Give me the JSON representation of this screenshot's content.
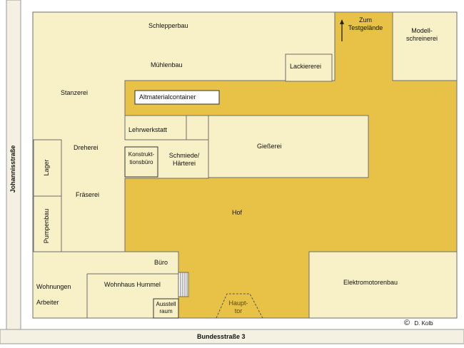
{
  "colors": {
    "courtyard": "#E8C246",
    "building": "#F8F0C6",
    "outline": "#6E6E6E",
    "road": "#F4F1E2"
  },
  "streets": {
    "johannisstrasse": "Johannisstraße",
    "bundesstrasse": "Bundesstraße 3"
  },
  "buildings": {
    "schlepperbau": "Schlepperbau",
    "muehlenbau": "Mühlenbau",
    "lackiererei": "Lackiererei",
    "stanzerei": "Stanzerei",
    "altmaterial": "Altmaterialcontainer",
    "lehrwerkstatt": "Lehrwerkstatt",
    "dreherei": "Dreherei",
    "konstruktion_1": "Konstrukt-",
    "konstruktion_2": "tionsbüro",
    "schmiede_1": "Schmiede/",
    "schmiede_2": "Härterei",
    "giesserei": "Gießerei",
    "lager": "Lager",
    "fraeserei": "Fräserei",
    "pumpenbau": "Pumpenbau",
    "modell_1": "Modell-",
    "modell_2": "schreinerei",
    "buero": "Büro",
    "wohnungen": "Wohnungen",
    "arbeiter": "Arbeiter",
    "wohnhaus": "Wohnhaus Hummel",
    "ausstell_1": "Ausstell",
    "ausstell_2": "raum",
    "elektromotorenbau": "Elektromotorenbau"
  },
  "areas": {
    "hof": "Hof",
    "testgelaende_1": "Zum",
    "testgelaende_2": "Testgelände",
    "haupttor_1": "Haupt-",
    "haupttor_2": "tor"
  },
  "credit": {
    "symbol": "©",
    "author": "D. Kolb"
  }
}
